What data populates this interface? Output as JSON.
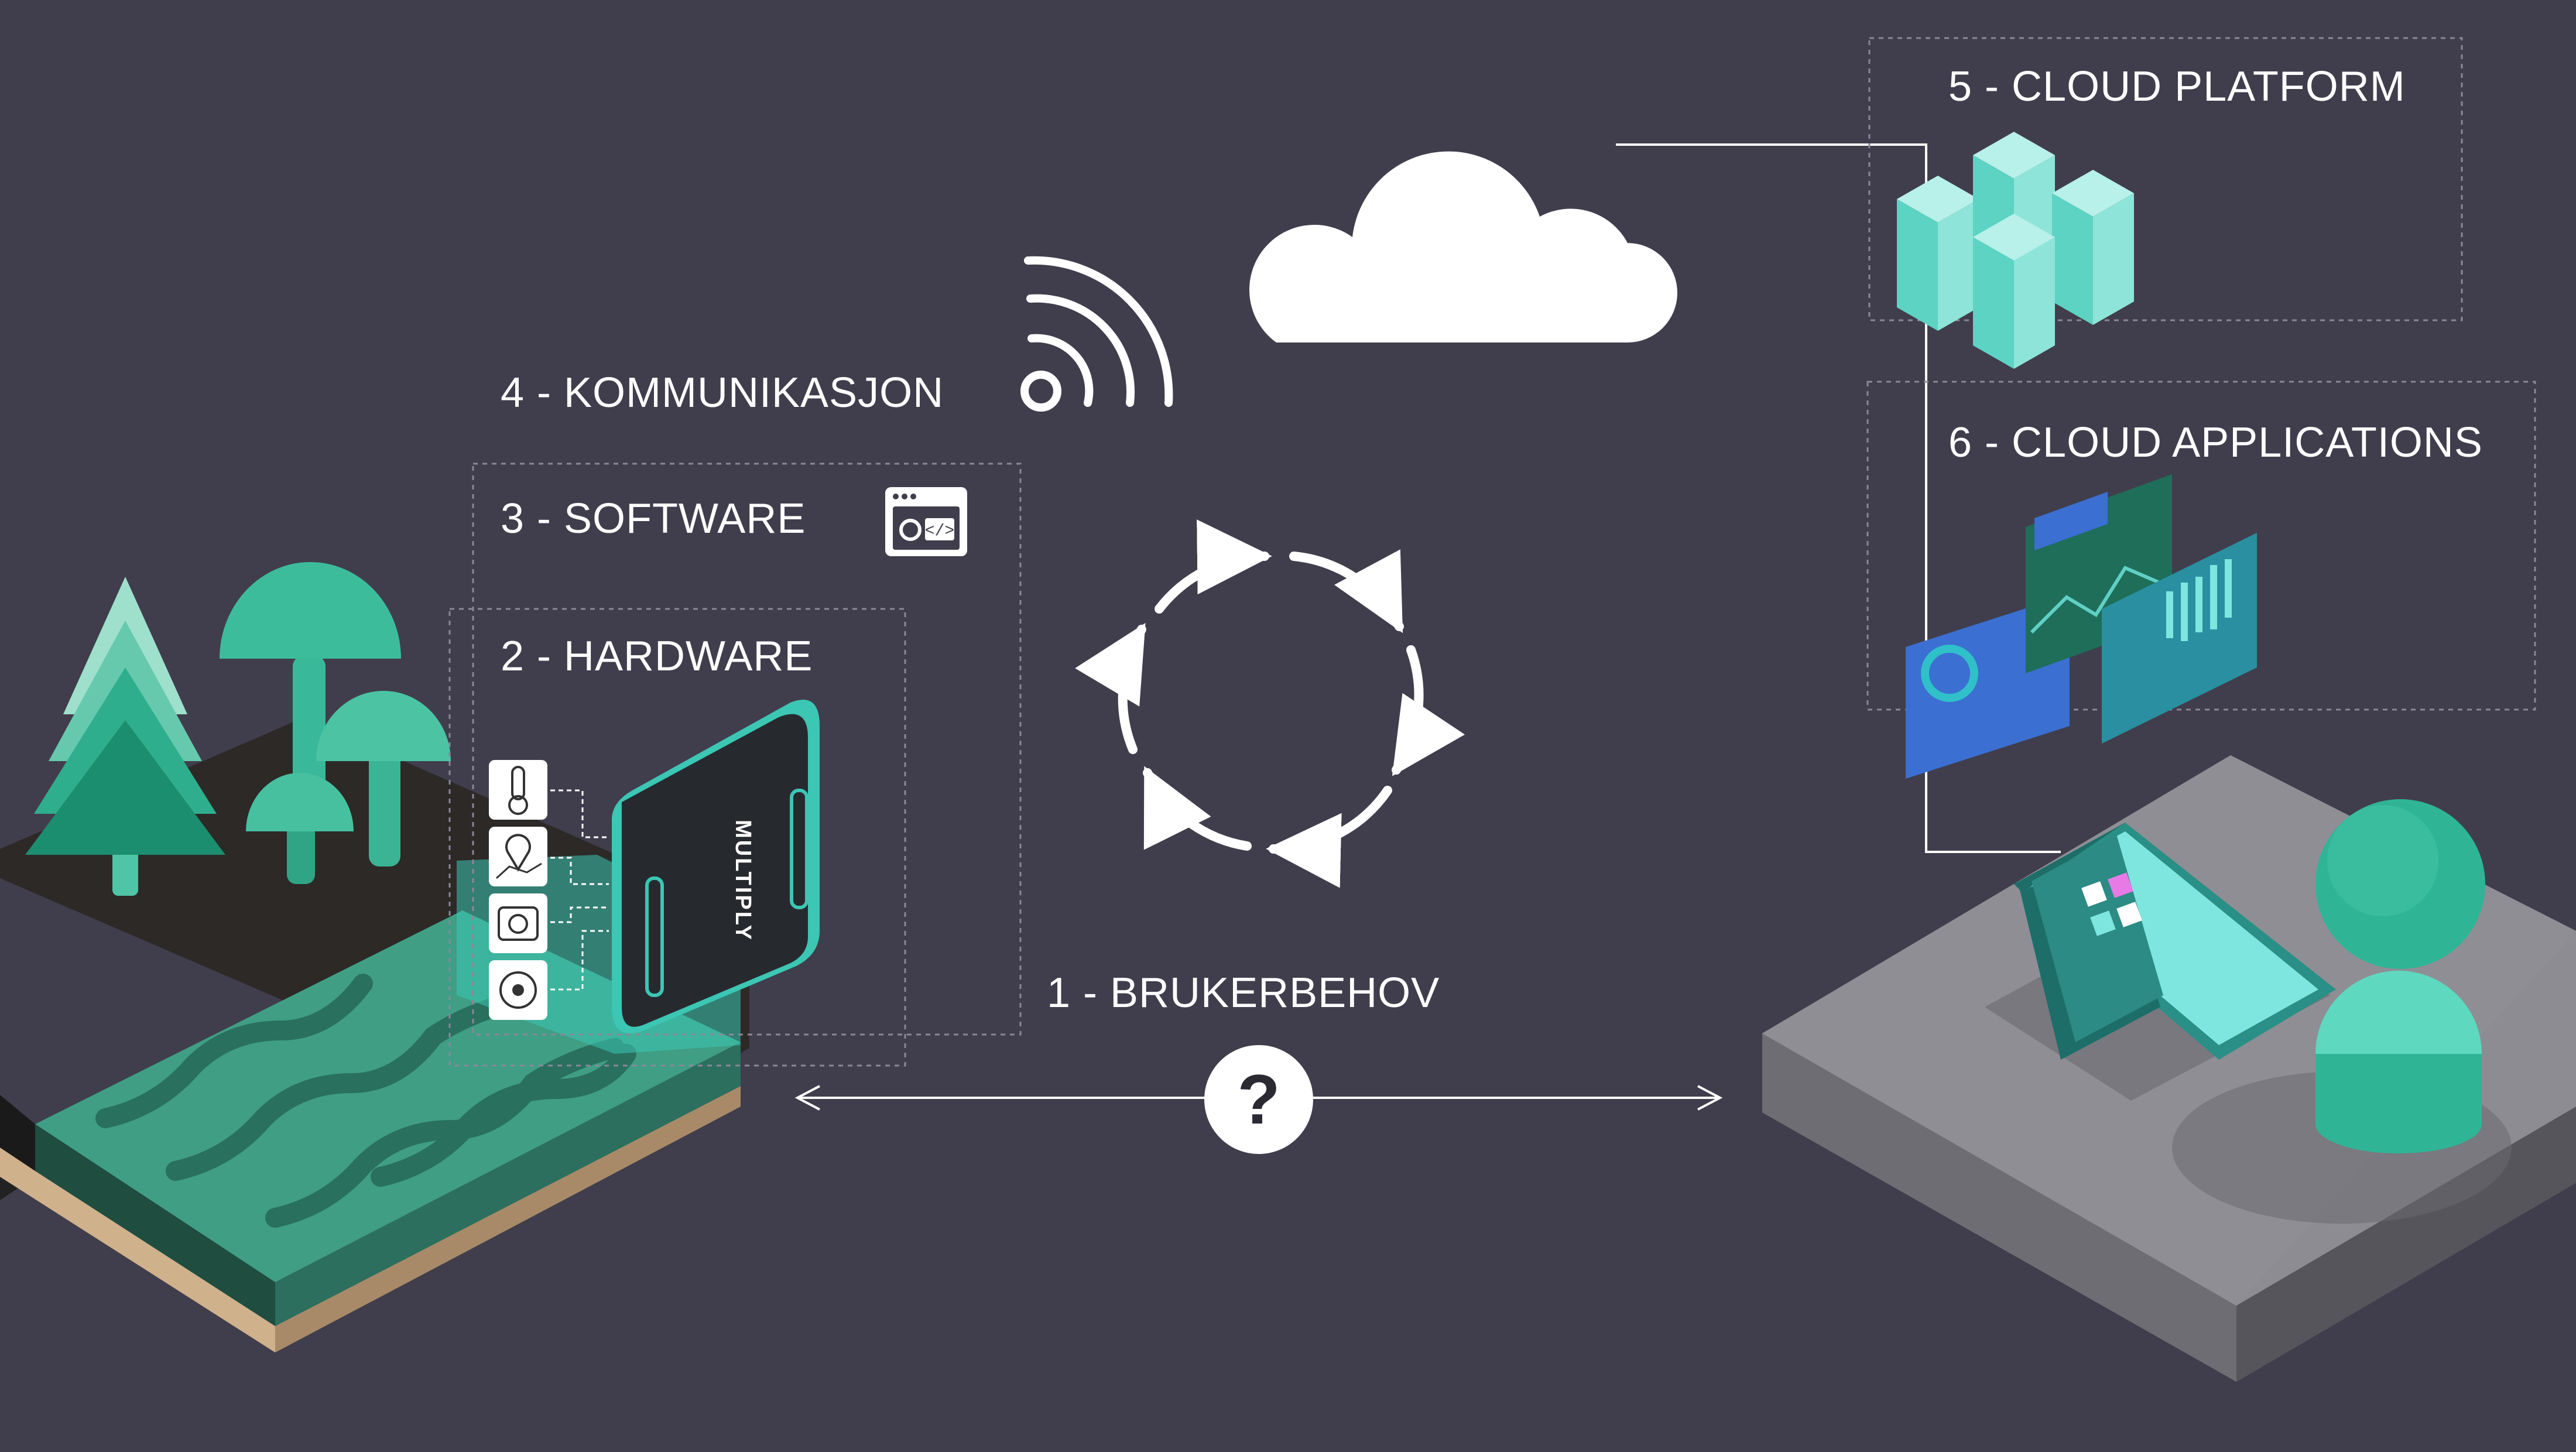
{
  "labels": {
    "brukerbehov": "1 - BRUKERBEHOV",
    "hardware": "2 - HARDWARE",
    "software": "3 - SOFTWARE",
    "kommunikasjon": "4 - KOMMUNIKASJON",
    "cloud_platform": "5 - CLOUD PLATFORM",
    "cloud_applications": "6 - CLOUD APPLICATIONS"
  },
  "device_brand": "MULTIPLY",
  "question_mark": "?",
  "icons": [
    "thermometer-icon",
    "map-pin-icon",
    "camera-icon",
    "compass-icon",
    "software-window-icon",
    "wifi-signal-icon",
    "cloud-icon",
    "server-rack-icon",
    "cycle-arrows-icon",
    "laptop-icon",
    "person-icon",
    "tree-icon",
    "mushroom-icon"
  ],
  "colors": {
    "background": "#403e4c",
    "accent_teal": "#2fb596",
    "light_teal": "#5fd0c4",
    "white": "#ffffff",
    "gray_platform": "#8d8c92"
  }
}
